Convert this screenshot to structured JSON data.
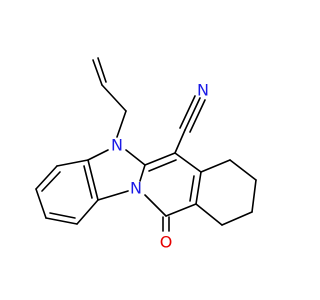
{
  "atoms": {
    "n_pyrrole": {
      "symbol": "N",
      "color": "#1a1ae6"
    },
    "n_bridge": {
      "symbol": "N",
      "color": "#1a1ae6"
    },
    "n_nitrile": {
      "symbol": "N",
      "color": "#1a1ae6"
    },
    "o_carbonyl": {
      "symbol": "O",
      "color": "#e60000"
    }
  },
  "bond_color": "#000000",
  "background": "#ffffff"
}
